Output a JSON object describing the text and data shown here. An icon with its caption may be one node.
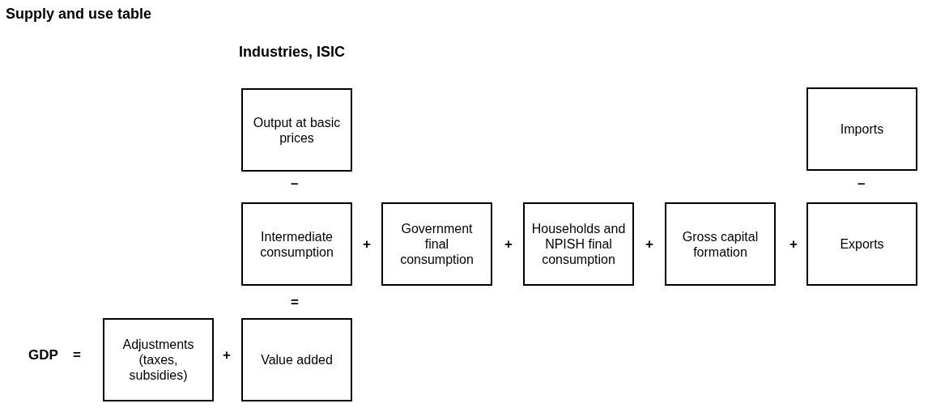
{
  "diagram": {
    "title": "Supply and use table",
    "nodes": [
      {
        "text": [
          "Output at basic prices"
        ]
      },
      {
        "text": [
          "Imports"
        ]
      },
      {
        "text": [
          "Intermediate consumption"
        ]
      },
      {
        "text": [
          "Government final consumption"
        ]
      },
      {
        "text": [
          "Households and NPISH final consumption"
        ]
      },
      {
        "text": [
          "Gross capital formation"
        ]
      },
      {
        "text": [
          "Exports"
        ]
      },
      {
        "text": [
          "Adjustments (taxes, subsidies)"
        ]
      },
      {
        "text": [
          "Value added"
        ]
      }
    ],
    "edges": [],
    "labels": [
      "Industries, ISIC",
      "–",
      "–",
      "+",
      "+",
      "+",
      "+",
      "=",
      "GDP",
      "=",
      "+"
    ]
  }
}
